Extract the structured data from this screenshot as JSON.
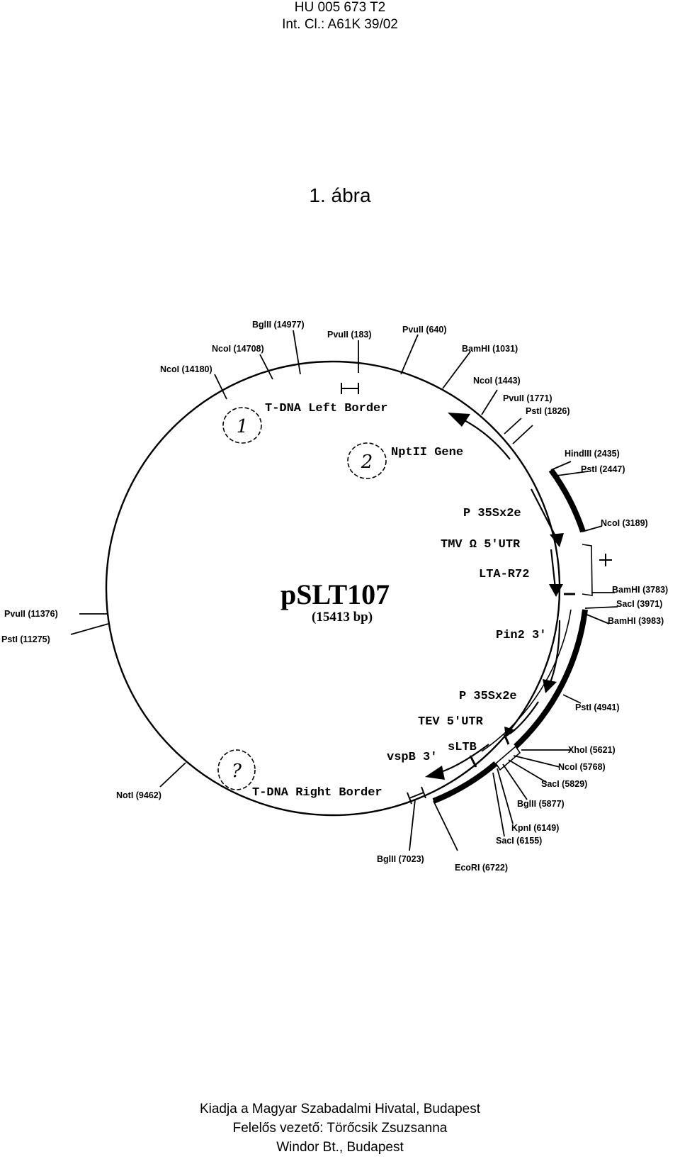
{
  "header": {
    "doc_number": "HU 005 673 T2",
    "classification": "Int. Cl.: A61K 39/02"
  },
  "figure": {
    "title": "1. ábra"
  },
  "plasmid": {
    "name": "pSLT107",
    "size": "(15413 bp)",
    "sites": [
      {
        "id": "bglii-14977",
        "label": "BglII (14977)"
      },
      {
        "id": "ncoi-14708",
        "label": "NcoI (14708)"
      },
      {
        "id": "pvuii-183",
        "label": "PvuII (183)"
      },
      {
        "id": "pvuii-640",
        "label": "PvuII (640)"
      },
      {
        "id": "bamhi-1031",
        "label": "BamHI (1031)"
      },
      {
        "id": "ncoi-14180",
        "label": "NcoI (14180)"
      },
      {
        "id": "ncoi-1443",
        "label": "NcoI (1443)"
      },
      {
        "id": "pvuii-1771",
        "label": "PvuII (1771)"
      },
      {
        "id": "psti-1826",
        "label": "PstI (1826)"
      },
      {
        "id": "hindiii-2435",
        "label": "HindIII (2435)"
      },
      {
        "id": "psti-2447",
        "label": "PstI (2447)"
      },
      {
        "id": "ncoi-3189",
        "label": "NcoI (3189)"
      },
      {
        "id": "bamhi-3783",
        "label": "BamHI (3783)"
      },
      {
        "id": "saci-3971",
        "label": "SacI (3971)"
      },
      {
        "id": "bamhi-3983",
        "label": "BamHI (3983)"
      },
      {
        "id": "pvuii-11376",
        "label": "PvuII (11376)"
      },
      {
        "id": "psti-11275",
        "label": "PstI (11275)"
      },
      {
        "id": "psti-4941",
        "label": "PstI (4941)"
      },
      {
        "id": "xhoi-5621",
        "label": "XhoI (5621)"
      },
      {
        "id": "ncoi-5768",
        "label": "NcoI (5768)"
      },
      {
        "id": "saci-5829",
        "label": "SacI (5829)"
      },
      {
        "id": "bglii-5877",
        "label": "BglII (5877)"
      },
      {
        "id": "noti-9462",
        "label": "NotI (9462)"
      },
      {
        "id": "kpni-6149",
        "label": "KpnI (6149)"
      },
      {
        "id": "saci-6155",
        "label": "SacI (6155)"
      },
      {
        "id": "bglii-7023",
        "label": "BglII (7023)"
      },
      {
        "id": "ecori-6722",
        "label": "EcoRI (6722)"
      }
    ],
    "features": [
      {
        "id": "tdna-left",
        "label": "T-DNA Left Border"
      },
      {
        "id": "nptii",
        "label": "NptII Gene"
      },
      {
        "id": "p35s-1",
        "label": "P 35Sx2e"
      },
      {
        "id": "tmv",
        "label": "TMV Ω 5'UTR"
      },
      {
        "id": "lta",
        "label": "LTA-R72"
      },
      {
        "id": "pin2",
        "label": "Pin2 3'"
      },
      {
        "id": "p35s-2",
        "label": "P 35Sx2e"
      },
      {
        "id": "tev",
        "label": "TEV 5'UTR"
      },
      {
        "id": "sltb",
        "label": "sLTB"
      },
      {
        "id": "vspb",
        "label": "vspB 3'"
      },
      {
        "id": "tdna-right",
        "label": "T-DNA Right Border"
      }
    ],
    "annotations": [
      {
        "id": "mark-1",
        "label": "1"
      },
      {
        "id": "mark-2",
        "label": "2"
      },
      {
        "id": "mark-3",
        "label": "?"
      }
    ]
  },
  "footer": {
    "line1": "Kiadja a Magyar Szabadalmi Hivatal, Budapest",
    "line2": "Felelős vezető: Törőcsik Zsuzsanna",
    "line3": "Windor Bt., Budapest"
  }
}
